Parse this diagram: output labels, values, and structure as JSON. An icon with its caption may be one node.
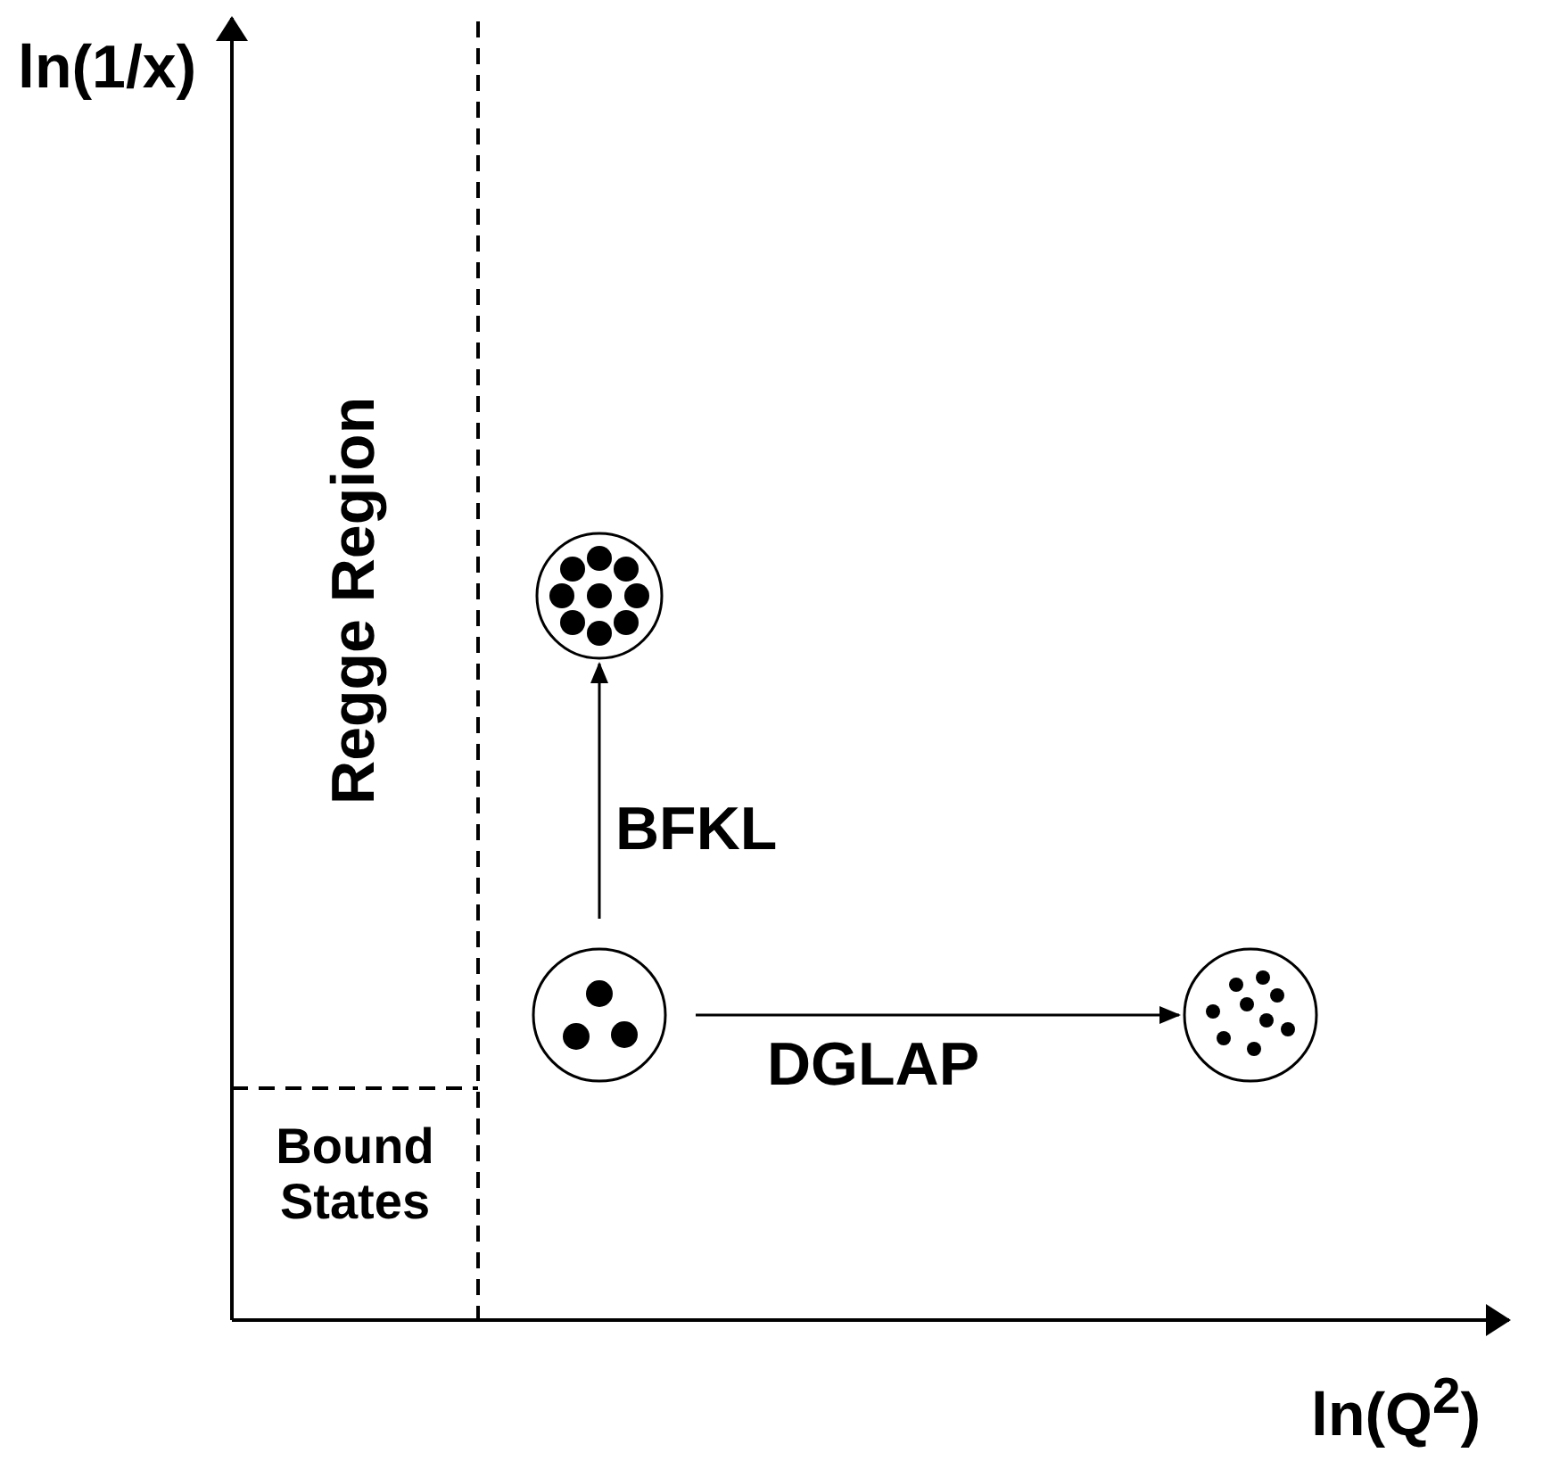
{
  "diagram": {
    "nodes": [
      {
        "text": [],
        "shape": "circle"
      },
      {
        "text": [],
        "shape": "circle"
      },
      {
        "text": [],
        "shape": "circle"
      }
    ],
    "edges": [
      {
        "from": 1,
        "to": 0,
        "arrow": "to",
        "label": "BFKL"
      },
      {
        "from": 1,
        "to": 2,
        "arrow": "to",
        "label": "DGLAP"
      }
    ],
    "labels": [
      "ln(1/x)",
      "Regge Region",
      "Bound States",
      "ln(Q$^{2}$)"
    ]
  }
}
